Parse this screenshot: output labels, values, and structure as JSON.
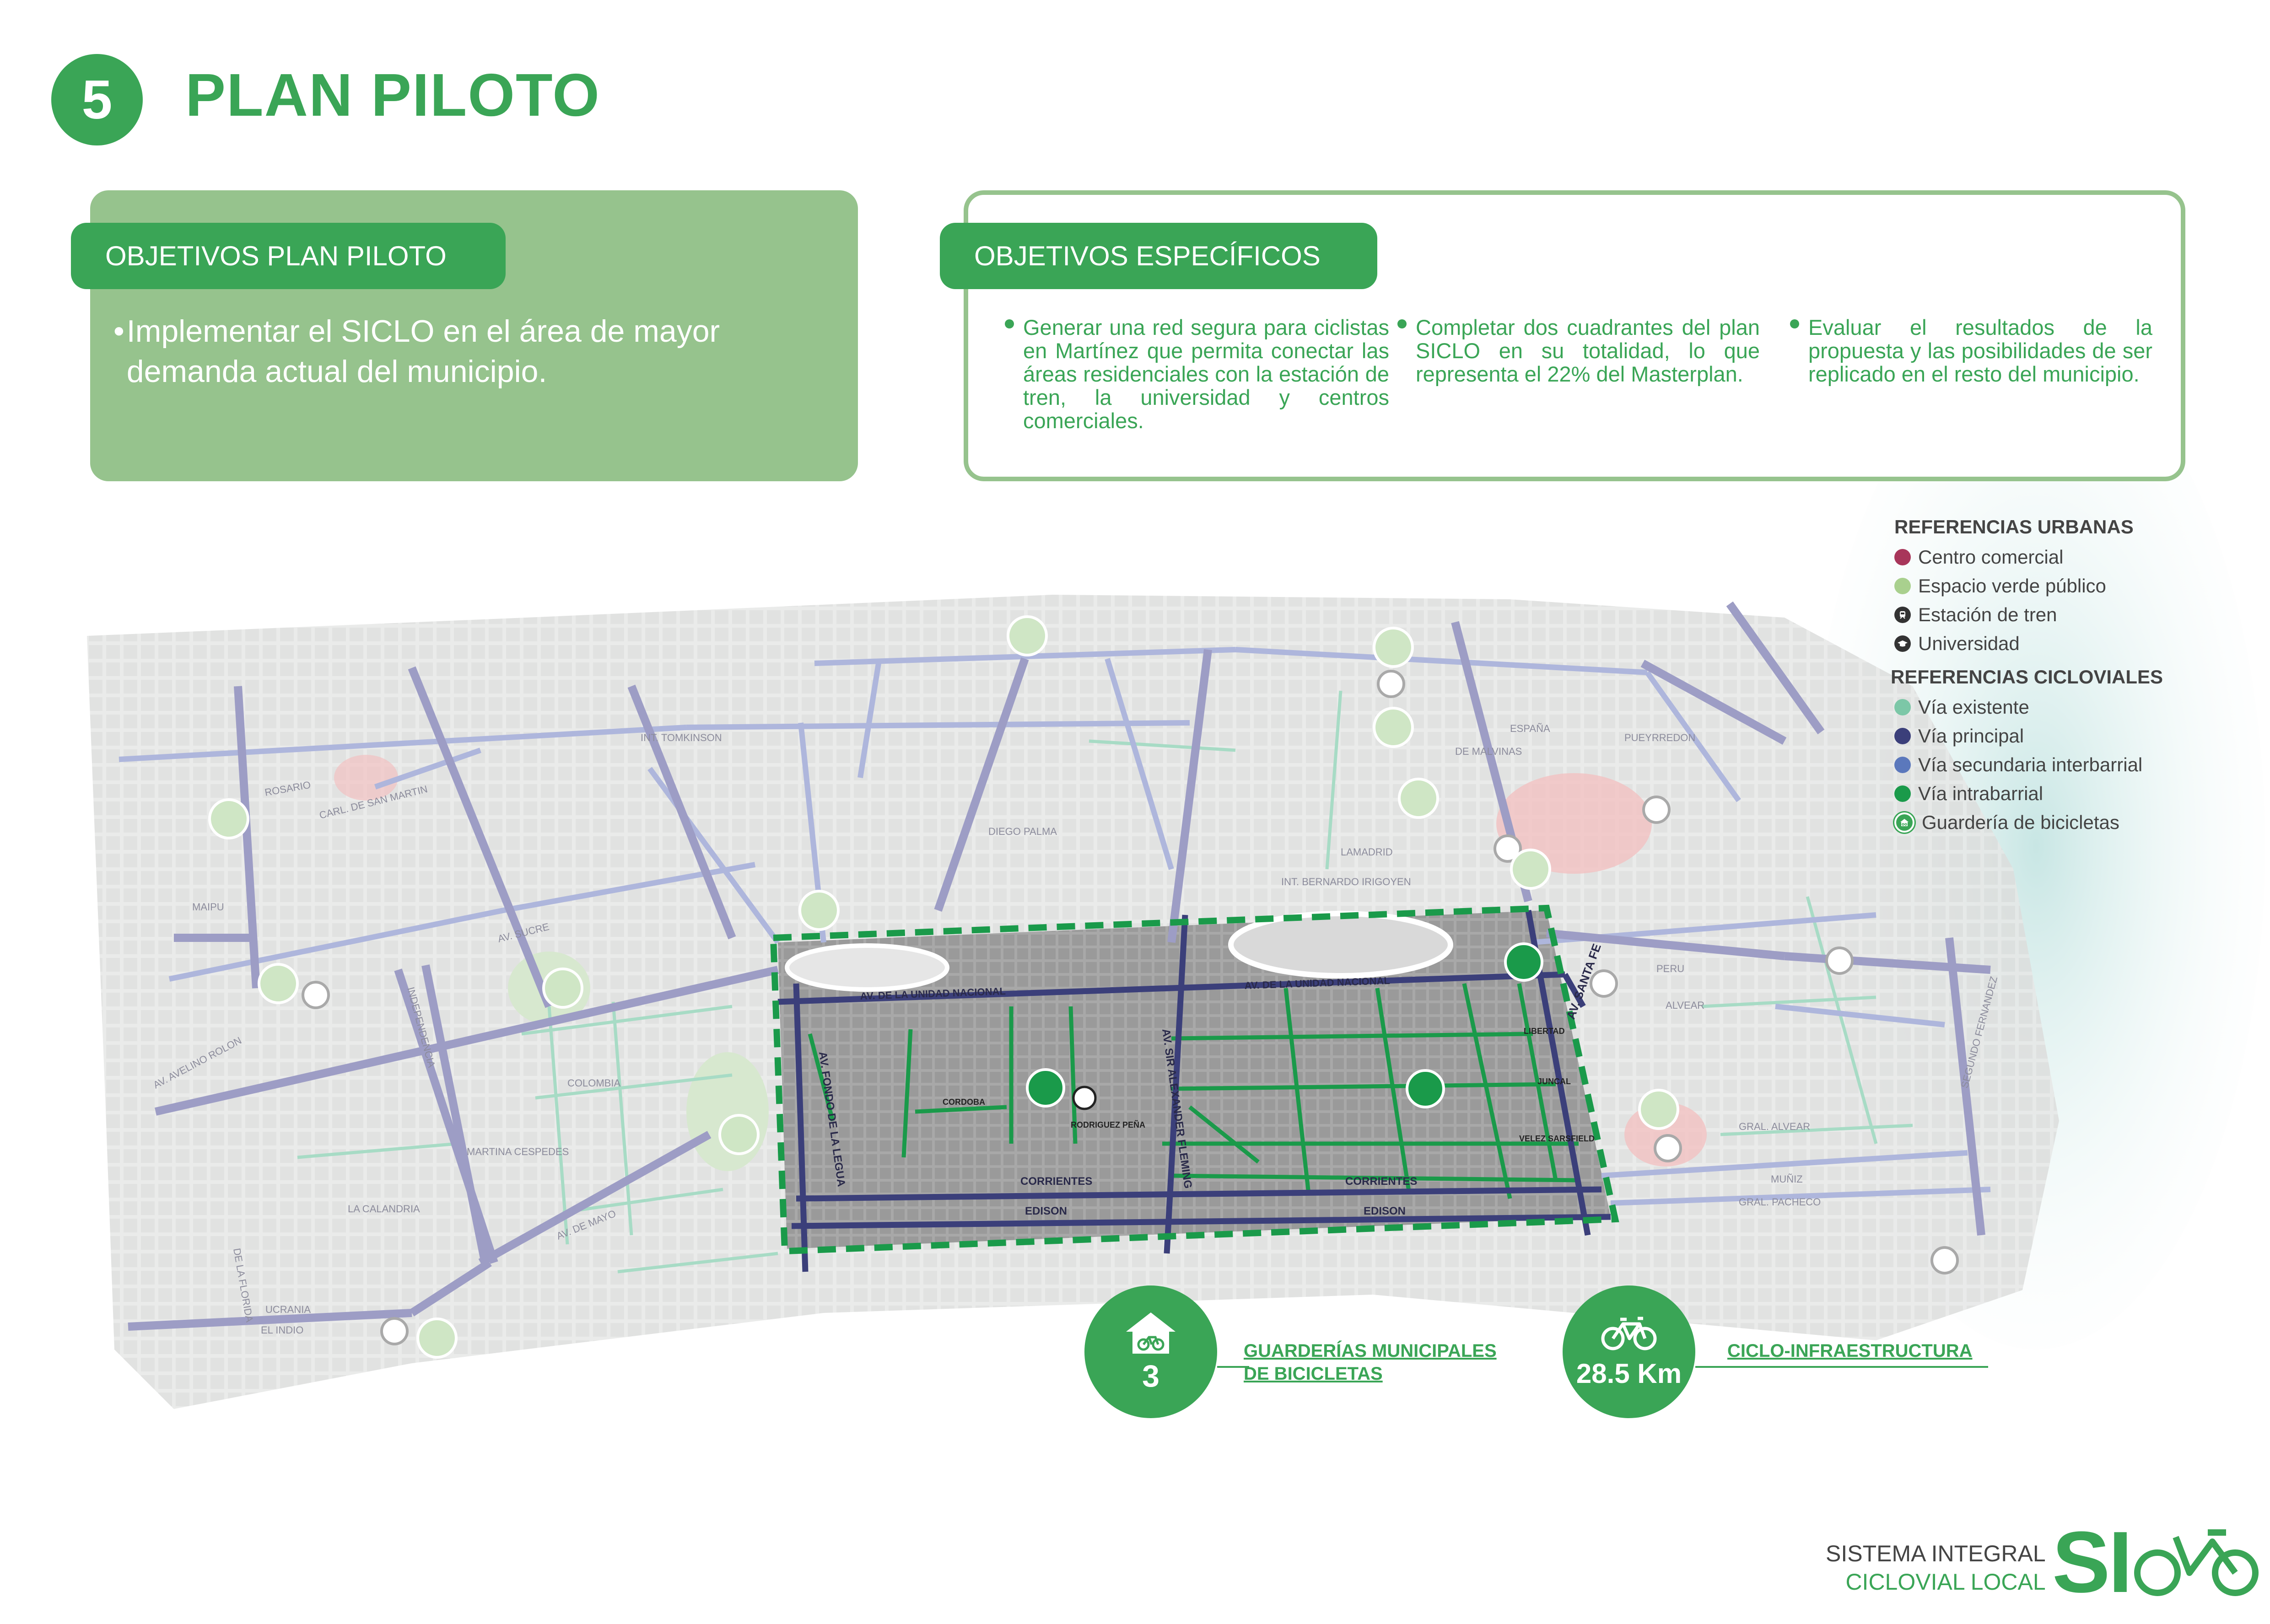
{
  "header": {
    "number": "5",
    "title": "PLAN PILOTO"
  },
  "objectives": {
    "general_title": "OBJETIVOS PLAN PILOTO",
    "general_text": "Implementar el SICLO en el área de mayor demanda actual del municipio.",
    "specific_title": "OBJETIVOS ESPECÍFICOS",
    "specific": [
      "Generar una red segura para ciclistas en Martínez que permita conectar las áreas residenciales con la estación de tren, la universidad y centros comerciales.",
      "Completar dos cuadrantes del plan SICLO en su totalidad, lo que representa el 22% del Masterplan.",
      "Evaluar el resultados de la propuesta y las posibilidades de ser replicado en el resto del municipio."
    ]
  },
  "legend": {
    "urban_title": "REFERENCIAS URBANAS",
    "urban": [
      {
        "label": "Centro comercial",
        "color": "#a8365a",
        "icon": "circle"
      },
      {
        "label": "Espacio verde público",
        "color": "#a9d08e",
        "icon": "circle"
      },
      {
        "label": "Estación de tren",
        "color": "#333333",
        "icon": "train-icon"
      },
      {
        "label": "Universidad",
        "color": "#333333",
        "icon": "graduation-cap-icon"
      }
    ],
    "cycle_title": "REFERENCIAS CICLOVIALES",
    "cycle": [
      {
        "label": "Vía existente",
        "color": "#7cc7a7",
        "icon": "circle"
      },
      {
        "label": "Vía principal",
        "color": "#3b3f7a",
        "icon": "circle"
      },
      {
        "label": "Vía secundaria interbarrial",
        "color": "#5b78bc",
        "icon": "circle"
      },
      {
        "label": "Vía intrabarrial",
        "color": "#1a9a4a",
        "icon": "circle"
      },
      {
        "label": "Guardería de bicicletas",
        "color": "#3aa556",
        "icon": "bike-house-icon"
      }
    ]
  },
  "map": {
    "street_labels": [
      "AV. DE LA UNIDAD NACIONAL",
      "AV. DE LA UNIDAD NACIONAL",
      "AV. FONDO DE LA LEGUA",
      "AV. SIR ALEXANDER FLEMING",
      "AV. SANTA FE",
      "CORRIENTES",
      "CORRIENTES",
      "EDISON",
      "EDISON",
      "CORDOBA",
      "LIBERTAD",
      "JUNCAL",
      "VELEZ SARSFIELD",
      "RODRIGUEZ PEÑA",
      "AV. AVELINO ROLON",
      "INDEPENDENCIA",
      "AV. DE MAYO",
      "UCRANIA",
      "EL INDIO",
      "AV. SUCRE",
      "PERU",
      "ALVEAR",
      "MUÑIZ",
      "GRAL. PACHECO",
      "GRAL. ALVEAR",
      "SEGUNDO FERNANDEZ",
      "INT. TOMKINSON",
      "DE MALVINAS",
      "ESPAÑA",
      "PUEYRREDON",
      "LAMADRID",
      "INT. BERNARDO IRIGOYEN",
      "DIEGO PALMA",
      "ROSARIO",
      "CARL. DE SAN MARTIN",
      "MAIPU",
      "COLOMBIA",
      "MARTINA CESPEDES",
      "LA CALANDRIA",
      "DE LA FLORIDA"
    ]
  },
  "stats": [
    {
      "value": "3",
      "label_line1": "GUARDERÍAS MUNICIPALES",
      "label_line2": "DE BICICLETAS",
      "icon": "bike-house-icon"
    },
    {
      "value": "28.5 Km",
      "label_line1": "CICLO-INFRAESTRUCTURA",
      "label_line2": "",
      "icon": "bicycle-icon"
    }
  ],
  "footer": {
    "line1": "SISTEMA INTEGRAL",
    "line2": "CICLOVIAL LOCAL",
    "logo": "SICLO"
  }
}
